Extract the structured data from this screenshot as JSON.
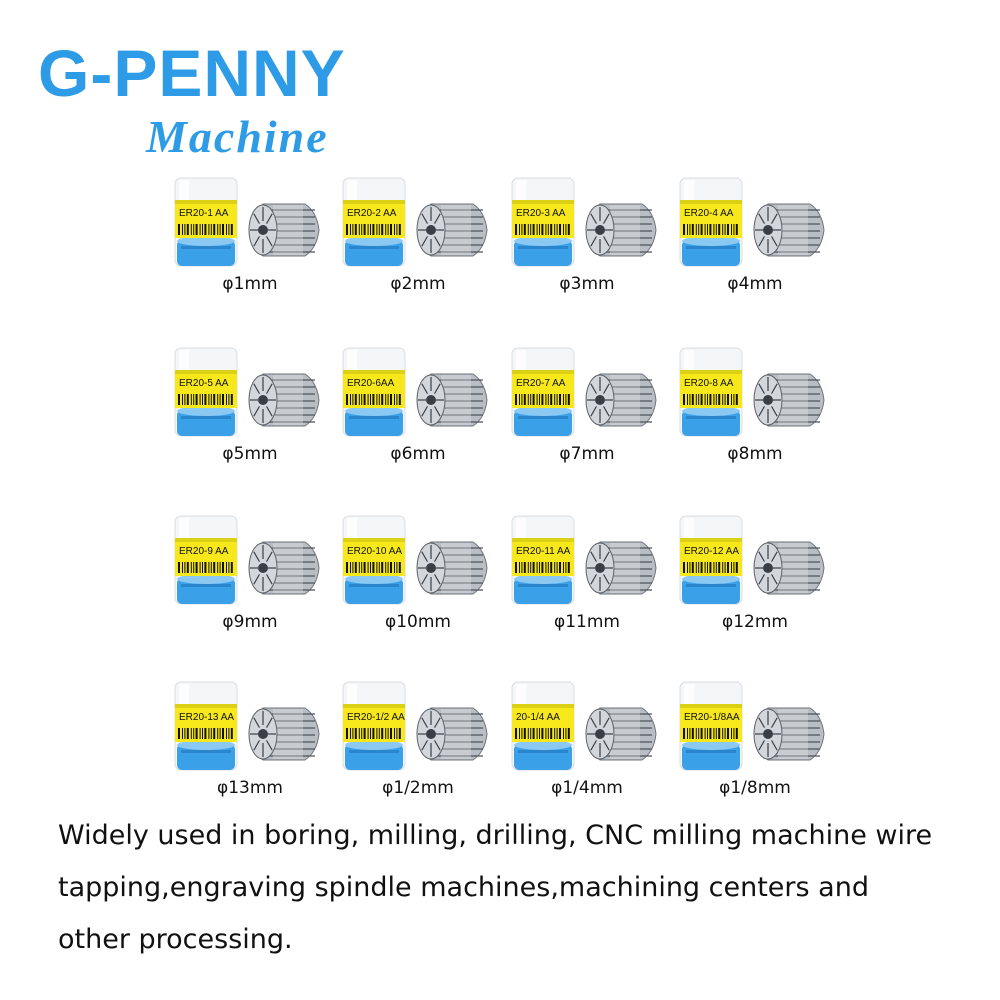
{
  "brand": {
    "name": "G-PENNY",
    "subtitle": "Machine"
  },
  "colors": {
    "brand": "#2d9be6",
    "label_yellow": "#f7e81c",
    "cap_blue": "#3aa0e8"
  },
  "products": [
    {
      "code": "ER20-1 AA",
      "size": "φ1mm"
    },
    {
      "code": "ER20-2 AA",
      "size": "φ2mm"
    },
    {
      "code": "ER20-3 AA",
      "size": "φ3mm"
    },
    {
      "code": "ER20-4 AA",
      "size": "φ4mm"
    },
    {
      "code": "ER20-5 AA",
      "size": "φ5mm"
    },
    {
      "code": "ER20-6AA",
      "size": "φ6mm"
    },
    {
      "code": "ER20-7 AA",
      "size": "φ7mm"
    },
    {
      "code": "ER20-8 AA",
      "size": "φ8mm"
    },
    {
      "code": "ER20-9 AA",
      "size": "φ9mm"
    },
    {
      "code": "ER20-10 AA",
      "size": "φ10mm"
    },
    {
      "code": "ER20-11 AA",
      "size": "φ11mm"
    },
    {
      "code": "ER20-12 AA",
      "size": "φ12mm"
    },
    {
      "code": "ER20-13 AA",
      "size": "φ13mm"
    },
    {
      "code": "ER20-1/2 AA",
      "size": "φ1/2mm"
    },
    {
      "code": "20-1/4 AA",
      "size": "φ1/4mm"
    },
    {
      "code": "ER20-1/8AA",
      "size": "φ1/8mm"
    }
  ],
  "description": {
    "lines": [
      "Widely used in boring, milling, drilling, CNC milling machine wire",
      "tapping,engraving spindle machines,machining centers and",
      "other processing."
    ]
  }
}
